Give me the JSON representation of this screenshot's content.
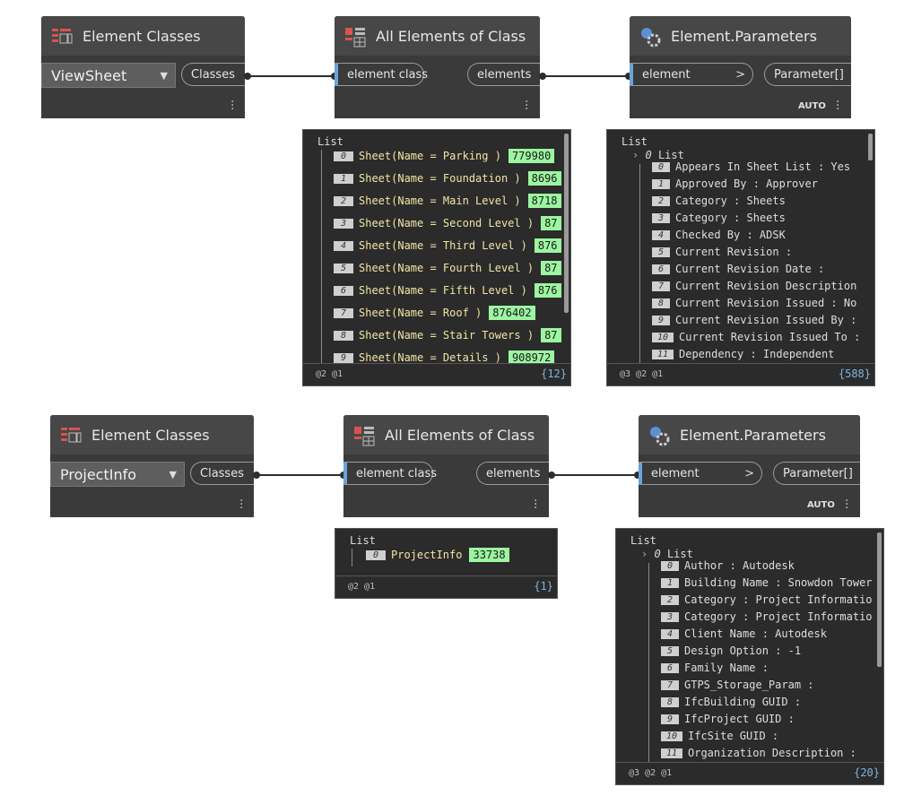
{
  "row1": {
    "element_classes": {
      "title": "Element Classes",
      "selected": "ViewSheet",
      "output": "Classes"
    },
    "all_elements": {
      "title": "All Elements of Class",
      "input": "element class",
      "output": "elements"
    },
    "params": {
      "title": "Element.Parameters",
      "input": "element",
      "output": "Parameter[]",
      "auto": "AUTO"
    },
    "list_preview": {
      "header": "List",
      "items": [
        {
          "index": "0",
          "text": "Sheet(Name = Parking )",
          "id": "779980"
        },
        {
          "index": "1",
          "text": "Sheet(Name = Foundation )",
          "id": "8696"
        },
        {
          "index": "2",
          "text": "Sheet(Name = Main Level )",
          "id": "8718"
        },
        {
          "index": "3",
          "text": "Sheet(Name = Second Level )",
          "id": "87"
        },
        {
          "index": "4",
          "text": "Sheet(Name = Third Level )",
          "id": "876"
        },
        {
          "index": "5",
          "text": "Sheet(Name = Fourth Level )",
          "id": "87"
        },
        {
          "index": "6",
          "text": "Sheet(Name = Fifth Level )",
          "id": "876"
        },
        {
          "index": "7",
          "text": "Sheet(Name = Roof )",
          "id": "876402"
        },
        {
          "index": "8",
          "text": "Sheet(Name = Stair Towers )",
          "id": "87"
        },
        {
          "index": "9",
          "text": "Sheet(Name = Details )",
          "id": "908972"
        }
      ],
      "levels": "@2 @1",
      "count": "{12}"
    },
    "params_preview": {
      "header": "List",
      "sub_index": "0",
      "sub_header": "List",
      "items": [
        {
          "index": "0",
          "text": "Appears In Sheet List : Yes"
        },
        {
          "index": "1",
          "text": "Approved By : Approver"
        },
        {
          "index": "2",
          "text": "Category : Sheets"
        },
        {
          "index": "3",
          "text": "Category : Sheets"
        },
        {
          "index": "4",
          "text": "Checked By : ADSK"
        },
        {
          "index": "5",
          "text": "Current Revision :"
        },
        {
          "index": "6",
          "text": "Current Revision Date :"
        },
        {
          "index": "7",
          "text": "Current Revision Description"
        },
        {
          "index": "8",
          "text": "Current Revision Issued : No"
        },
        {
          "index": "9",
          "text": "Current Revision Issued By :"
        },
        {
          "index": "10",
          "text": "Current Revision Issued To :"
        },
        {
          "index": "11",
          "text": "Dependency : Independent"
        }
      ],
      "levels": "@3 @2 @1",
      "count": "{588}"
    }
  },
  "row2": {
    "element_classes": {
      "title": "Element Classes",
      "selected": "ProjectInfo",
      "output": "Classes"
    },
    "all_elements": {
      "title": "All Elements of Class",
      "input": "element class",
      "output": "elements"
    },
    "params": {
      "title": "Element.Parameters",
      "input": "element",
      "output": "Parameter[]",
      "auto": "AUTO"
    },
    "list_preview": {
      "header": "List",
      "items": [
        {
          "index": "0",
          "text": "ProjectInfo",
          "id": "33738"
        }
      ],
      "levels": "@2 @1",
      "count": "{1}"
    },
    "params_preview": {
      "header": "List",
      "sub_index": "0",
      "sub_header": "List",
      "items": [
        {
          "index": "0",
          "text": "Author : Autodesk"
        },
        {
          "index": "1",
          "text": "Building Name : Snowdon Tower"
        },
        {
          "index": "2",
          "text": "Category : Project Informatio"
        },
        {
          "index": "3",
          "text": "Category : Project Informatio"
        },
        {
          "index": "4",
          "text": "Client Name : Autodesk"
        },
        {
          "index": "5",
          "text": "Design Option : -1"
        },
        {
          "index": "6",
          "text": "Family Name :"
        },
        {
          "index": "7",
          "text": "GTPS_Storage_Param :"
        },
        {
          "index": "8",
          "text": "IfcBuilding GUID :"
        },
        {
          "index": "9",
          "text": "IfcProject GUID :"
        },
        {
          "index": "10",
          "text": "IfcSite GUID :"
        },
        {
          "index": "11",
          "text": "Organization Description :"
        }
      ],
      "levels": "@3 @2 @1",
      "count": "{20}"
    }
  },
  "icons": [
    "element-classes-icon",
    "all-elements-icon",
    "element-parameters-icon",
    "more-options-icon",
    "chevron-down-icon",
    "expand-chevron-icon"
  ]
}
